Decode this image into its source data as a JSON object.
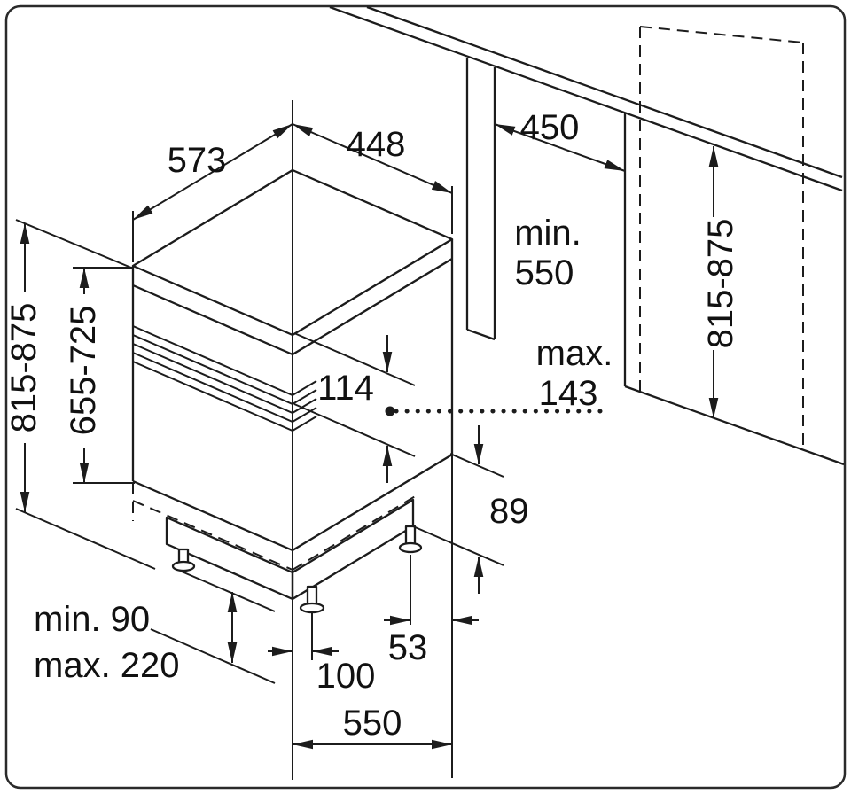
{
  "diagram": {
    "title": "built-in dishwasher installation dimensions",
    "colors": {
      "line": "#1c1c1c",
      "background": "#ffffff"
    },
    "dims": {
      "depth_total_top": "573",
      "width_top": "448",
      "niche_width": "450",
      "niche_depth_min_1": "min.",
      "niche_depth_min_2": "550",
      "connection_max_1": "max.",
      "connection_max_2": "143",
      "height_total_left": "815-875",
      "furniture_door_height": "655-725",
      "control_panel_height": "114",
      "rear_clearance": "89",
      "foot_inset_side": "53",
      "foot_inset_front": "100",
      "depth_bottom": "550",
      "plinth_min": "min. 90",
      "plinth_max": "max. 220",
      "niche_height_right": "815-875"
    }
  }
}
